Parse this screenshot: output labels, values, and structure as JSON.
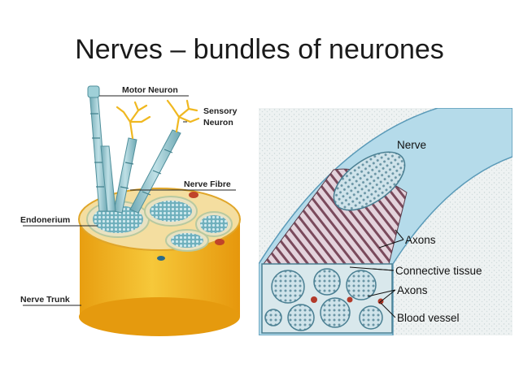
{
  "slide": {
    "title": "Nerves – bundles of neurones"
  },
  "left_diagram": {
    "labels": {
      "motor_neuron": "Motor Neuron",
      "sensory_neuron_line1": "Sensory",
      "sensory_neuron_line2": "Neuron",
      "nerve_fibre": "Nerve Fibre",
      "endonerium": "Endonerium",
      "nerve_trunk": "Nerve Trunk"
    }
  },
  "right_diagram": {
    "labels": {
      "nerve": "Nerve",
      "axons_top": "Axons",
      "connective_tissue": "Connective tissue",
      "axons_bottom": "Axons",
      "blood_vessel": "Blood  vessel"
    }
  },
  "colors": {
    "trunk_yellow": "#f2b81c",
    "trunk_top": "#f6e7b0",
    "fascicle_teal": "#7fb9c4",
    "dendrite_yellow": "#f3c43a",
    "nerve_blue": "#a9d3e6",
    "axon_stripe": "#7a4a5c"
  }
}
